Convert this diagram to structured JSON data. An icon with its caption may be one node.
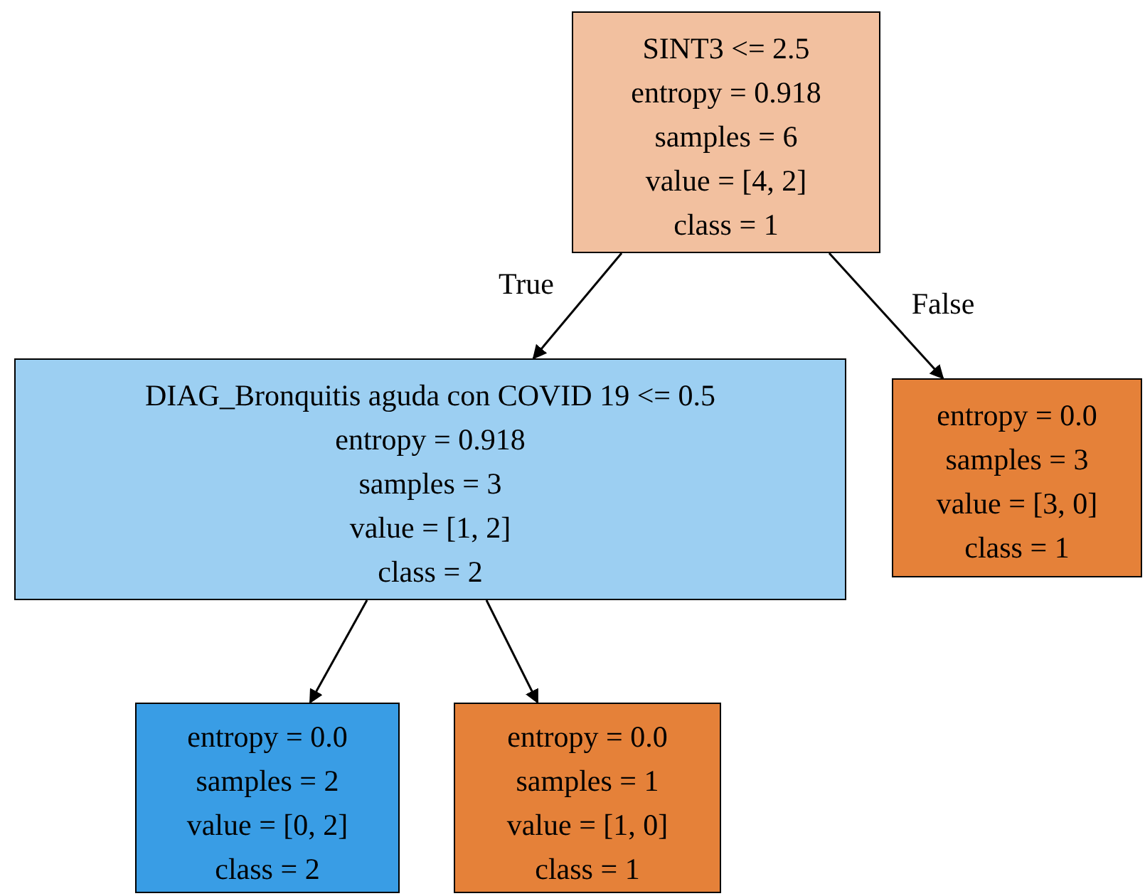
{
  "diagram": {
    "nodes": [
      {
        "text": [
          "SINT3 <= 2.5",
          "entropy = 0.918",
          "samples = 6",
          "value = [4, 2]",
          "class = 1"
        ]
      },
      {
        "text": [
          "DIAG_Bronquitis aguda con COVID 19 <= 0.5",
          "entropy = 0.918",
          "samples = 3",
          "value = [1, 2]",
          "class = 2"
        ]
      },
      {
        "text": [
          "entropy = 0.0",
          "samples = 3",
          "value = [3, 0]",
          "class = 1"
        ]
      },
      {
        "text": [
          "entropy = 0.0",
          "samples = 2",
          "value = [0, 2]",
          "class = 2"
        ]
      },
      {
        "text": [
          "entropy = 0.0",
          "samples = 1",
          "value = [1, 0]",
          "class = 1"
        ]
      }
    ],
    "edges": [
      {
        "from": 0,
        "to": 1,
        "arrow": "to",
        "label": "True"
      },
      {
        "from": 0,
        "to": 2,
        "arrow": "to",
        "label": "False"
      },
      {
        "from": 1,
        "to": 3,
        "arrow": "to"
      },
      {
        "from": 1,
        "to": 4,
        "arrow": "to"
      }
    ]
  }
}
